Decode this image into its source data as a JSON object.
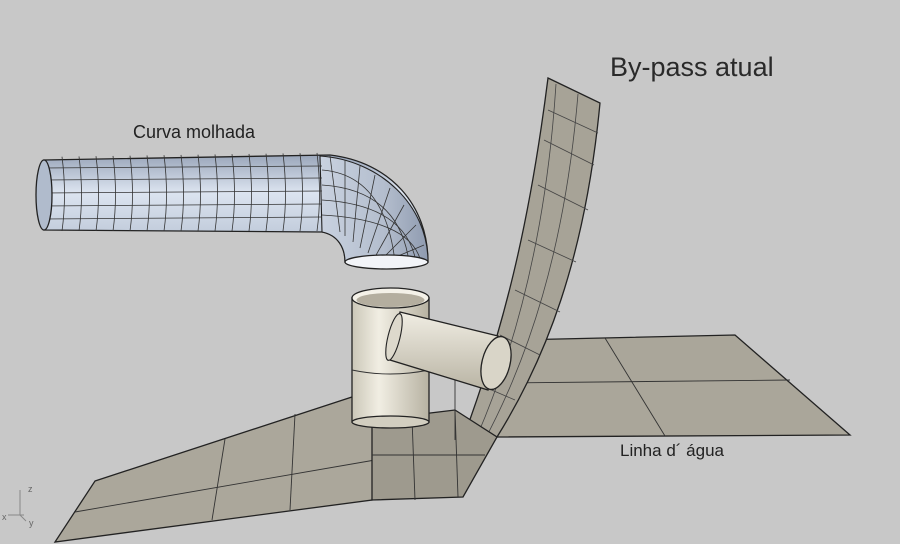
{
  "title": "By-pass atual",
  "labels": {
    "wet_curve": "Curva molhada",
    "water_line": "Linha d´ água"
  },
  "axis": {
    "x": "x",
    "y": "y",
    "z": "z"
  },
  "colors": {
    "background": "#c8c8c8",
    "hull_surface": "#aba79b",
    "pipe_surface": "#c9d3e2",
    "tank_surface": "#e5e1d5",
    "edge_line": "#222222"
  }
}
